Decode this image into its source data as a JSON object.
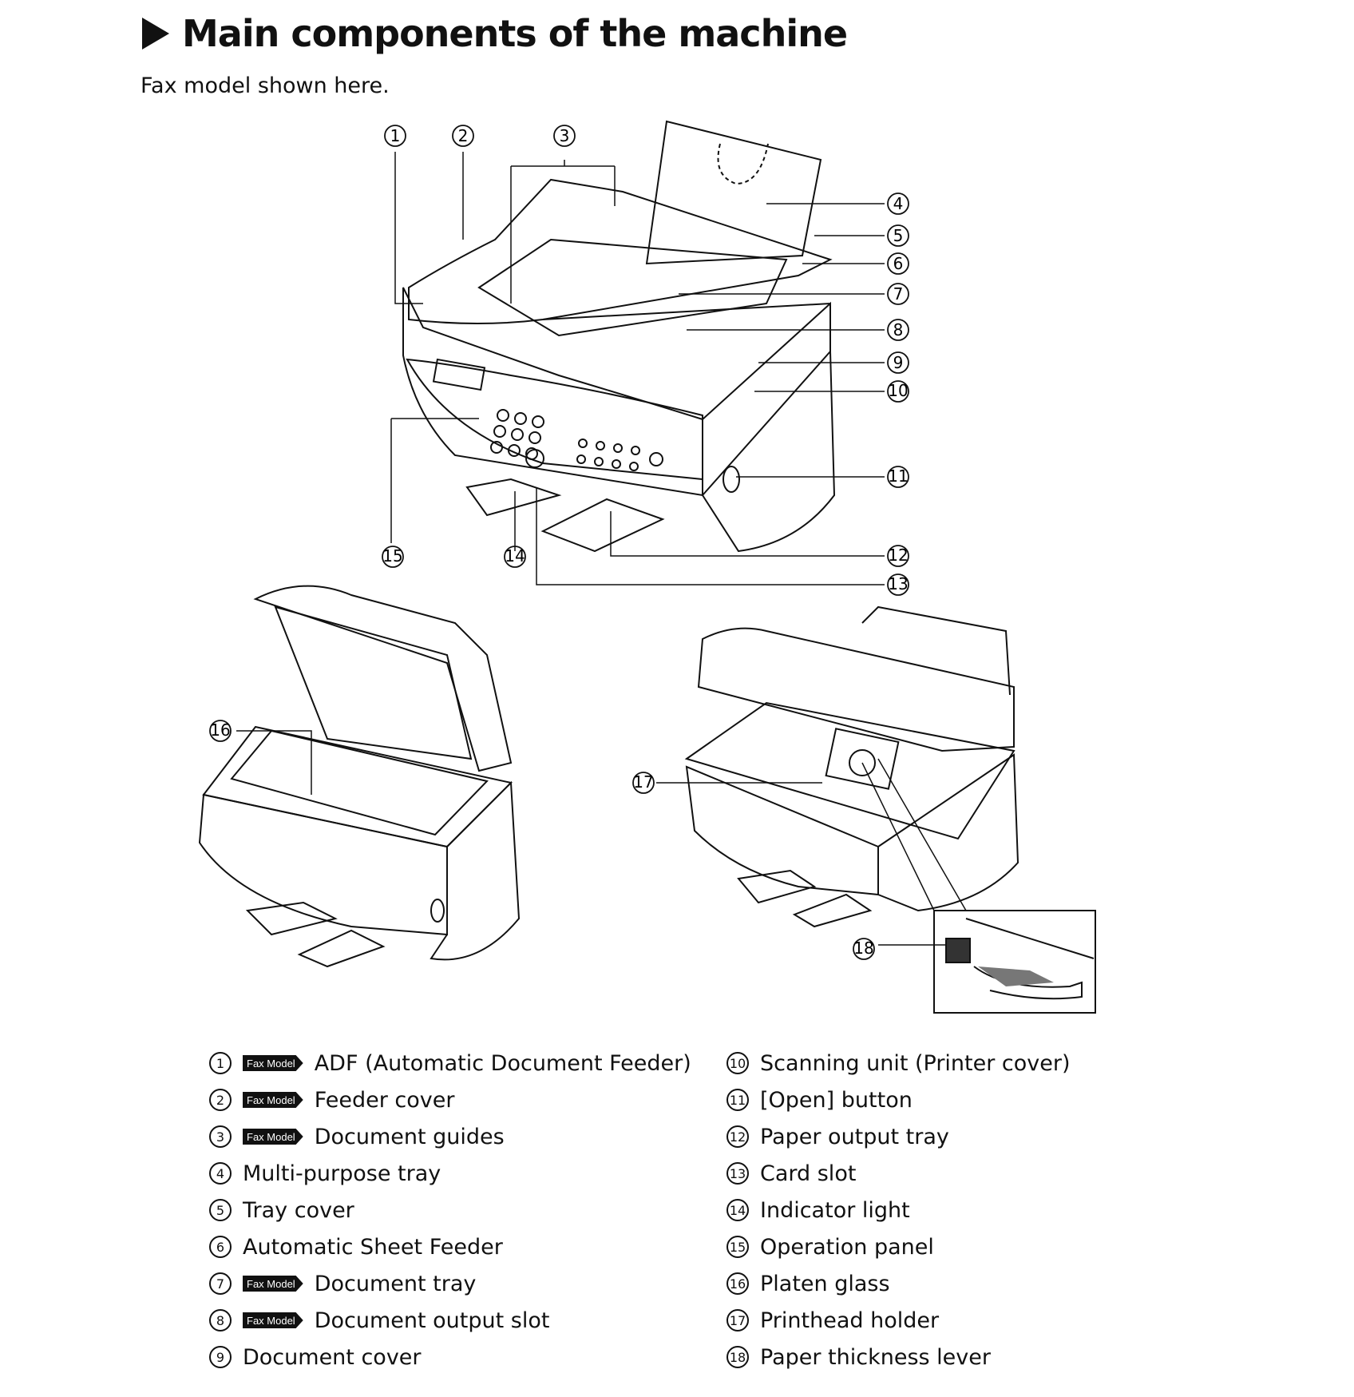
{
  "heading": {
    "title": "Main components of the machine"
  },
  "subtitle": "Fax model shown here.",
  "badge_text": "Fax Model",
  "callouts": [
    "1",
    "2",
    "3",
    "4",
    "5",
    "6",
    "7",
    "8",
    "9",
    "10",
    "11",
    "12",
    "13",
    "14",
    "15",
    "16",
    "17",
    "18"
  ],
  "legend": {
    "left": [
      {
        "num": "1",
        "badge": true,
        "label": "ADF (Automatic Document Feeder)"
      },
      {
        "num": "2",
        "badge": true,
        "label": "Feeder cover"
      },
      {
        "num": "3",
        "badge": true,
        "label": "Document guides"
      },
      {
        "num": "4",
        "badge": false,
        "label": "Multi-purpose tray"
      },
      {
        "num": "5",
        "badge": false,
        "label": "Tray cover"
      },
      {
        "num": "6",
        "badge": false,
        "label": "Automatic Sheet Feeder"
      },
      {
        "num": "7",
        "badge": true,
        "label": "Document tray"
      },
      {
        "num": "8",
        "badge": true,
        "label": "Document output slot"
      },
      {
        "num": "9",
        "badge": false,
        "label": "Document cover"
      }
    ],
    "right": [
      {
        "num": "10",
        "badge": false,
        "label": "Scanning unit (Printer cover)"
      },
      {
        "num": "11",
        "badge": false,
        "label": "[Open] button"
      },
      {
        "num": "12",
        "badge": false,
        "label": "Paper output tray"
      },
      {
        "num": "13",
        "badge": false,
        "label": "Card slot"
      },
      {
        "num": "14",
        "badge": false,
        "label": "Indicator light"
      },
      {
        "num": "15",
        "badge": false,
        "label": "Operation panel"
      },
      {
        "num": "16",
        "badge": false,
        "label": "Platen glass"
      },
      {
        "num": "17",
        "badge": false,
        "label": "Printhead holder"
      },
      {
        "num": "18",
        "badge": false,
        "label": "Paper thickness lever"
      }
    ]
  }
}
